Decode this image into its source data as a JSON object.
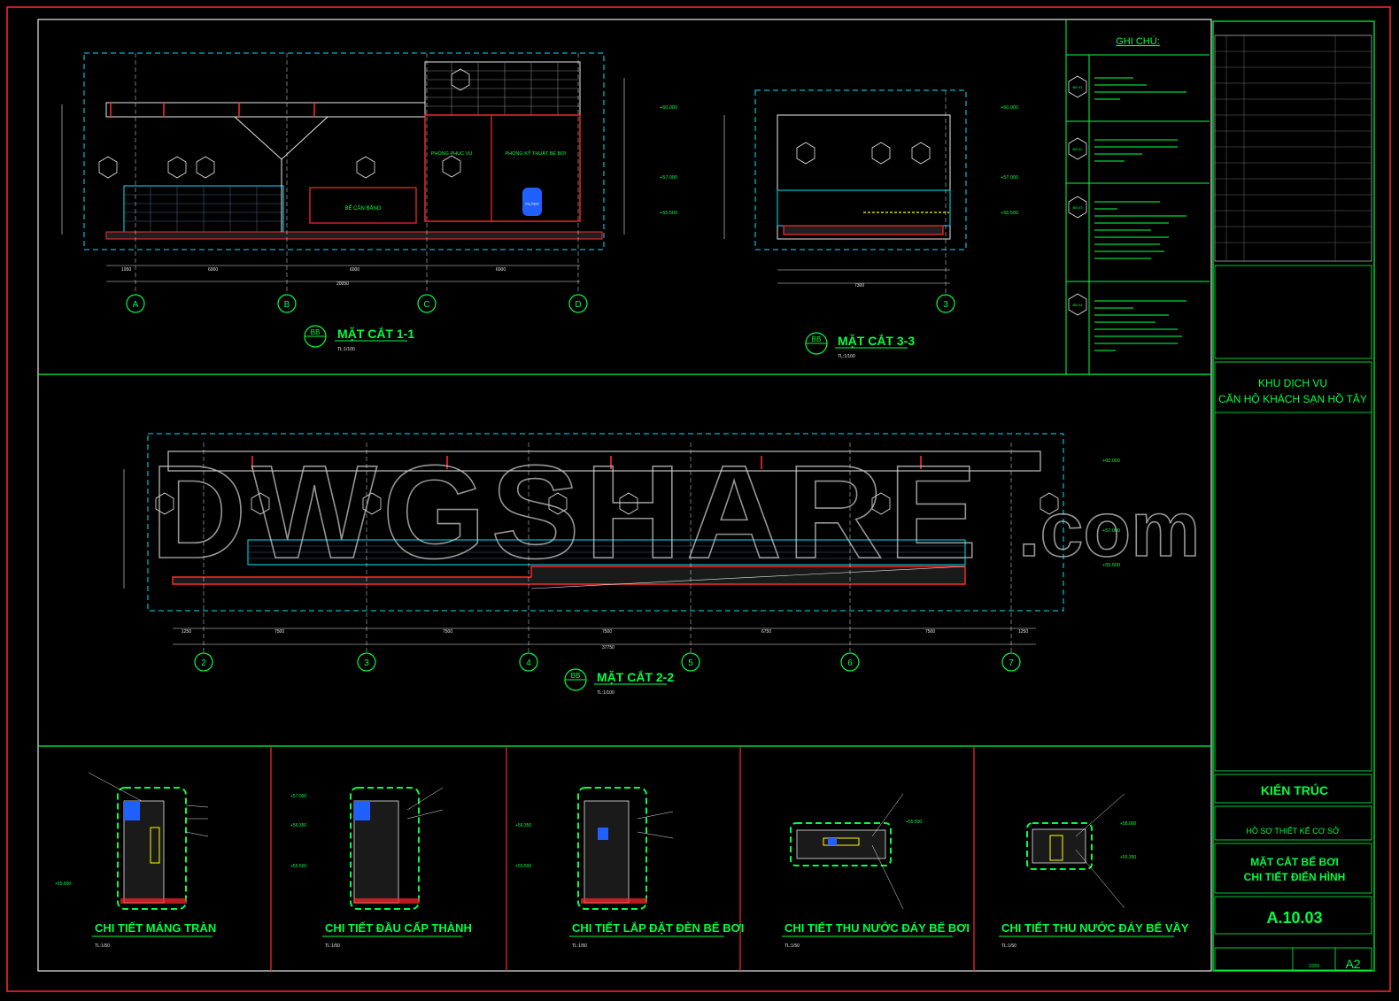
{
  "colors": {
    "background": "#000000",
    "frame_red": "#ff2a2a",
    "frame_green": "#00ff40",
    "cyan": "#00e5ff",
    "white": "#e8e8e8",
    "yellow": "#ffff00",
    "magenta": "#ff40ff",
    "blue": "#2060ff"
  },
  "sections": {
    "s11": {
      "title": "MẶT CẮT 1-1",
      "tag": "BB",
      "scale": "TL:1/100",
      "axes": [
        "A",
        "B",
        "C",
        "D"
      ]
    },
    "s33": {
      "title": "MẶT CẮT 3-3",
      "tag": "BB",
      "scale": "TL:1/100",
      "axes": [
        "3"
      ]
    },
    "s22": {
      "title": "MẶT CẮT 2-2",
      "tag": "BB",
      "scale": "TL:1/100",
      "axes": [
        "2",
        "3",
        "4",
        "5",
        "6",
        "7"
      ]
    }
  },
  "levels": {
    "l60": "+60.000",
    "l57": "+57.000",
    "l55": "+55.500",
    "l56": "+56.350",
    "l55b": "+55.500",
    "l57b": "+57.000",
    "l55c": "+55.350",
    "l58": "+58.000"
  },
  "labels": {
    "filter": "FILTER",
    "pool_balance": "BỂ CÂN BẰNG",
    "room_service": "PHÒNG PHỤC VỤ",
    "room_tech": "PHÒNG KỸ THUẬT BỂ BƠI"
  },
  "details": [
    {
      "title": "CHI TIẾT MÁNG TRÀN",
      "scale": "TL:1/50"
    },
    {
      "title": "CHI TIẾT ĐẦU CẤP THÀNH",
      "scale": "TL:1/50"
    },
    {
      "title": "CHI TIẾT LẮP ĐẶT ĐÈN BỂ BƠI",
      "scale": "TL:1/50"
    },
    {
      "title": "CHI TIẾT THU NƯỚC ĐÁY BỂ BƠI",
      "scale": "TL:1/50"
    },
    {
      "title": "CHI TIẾT THU NƯỚC ĐÁY BỂ VẦY",
      "scale": "TL:1/50"
    }
  ],
  "notes": {
    "heading": "GHI CHÚ:",
    "tags": [
      "BB 01",
      "BB 02",
      "BB 03",
      "BB 04"
    ]
  },
  "title_block": {
    "project_line1": "KHU DỊCH VỤ",
    "project_line2": "CĂN HỘ KHÁCH SẠN HỒ TÂY",
    "discipline": "KIẾN TRÚC",
    "phase": "HỒ SƠ THIẾT KẾ CƠ SỞ",
    "drawing_line1": "MẶT CẮT BỂ BƠI",
    "drawing_line2": "CHI TIẾT ĐIỂN HÌNH",
    "drawing_no": "A.10.03",
    "scale": "1/200",
    "size": "A2"
  },
  "watermark": {
    "main": "DWGSHARE",
    "suffix": ".com"
  }
}
